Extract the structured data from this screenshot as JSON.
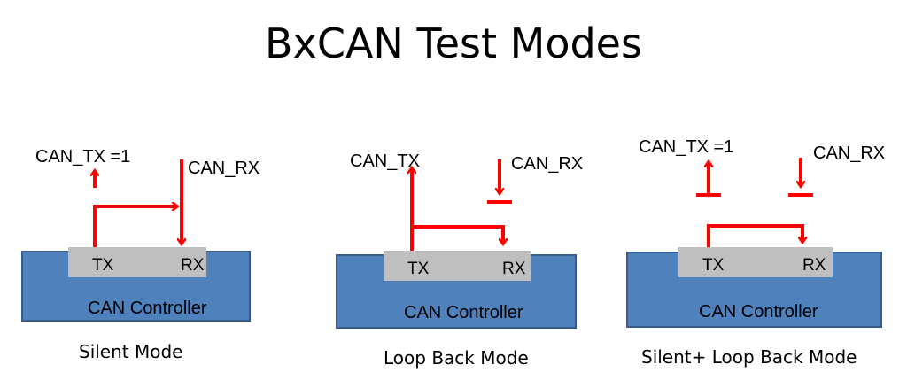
{
  "title": "BxCAN Test Modes",
  "colors": {
    "arrow": "#ff0000",
    "controller_fill": "#4f81bd",
    "controller_border": "#385d8a",
    "pin_box": "#bfbfbf"
  },
  "panels": [
    {
      "tx_label": "CAN_TX =1",
      "rx_label": "CAN_RX",
      "pin_tx": "TX",
      "pin_rx": "RX",
      "controller": "CAN Controller",
      "caption": "Silent Mode"
    },
    {
      "tx_label": "CAN_TX",
      "rx_label": "CAN_RX",
      "pin_tx": "TX",
      "pin_rx": "RX",
      "controller": "CAN Controller",
      "caption": "Loop Back Mode"
    },
    {
      "tx_label": "CAN_TX =1",
      "rx_label": "CAN_RX",
      "pin_tx": "TX",
      "pin_rx": "RX",
      "controller": "CAN Controller",
      "caption": "Silent+ Loop Back Mode"
    }
  ]
}
